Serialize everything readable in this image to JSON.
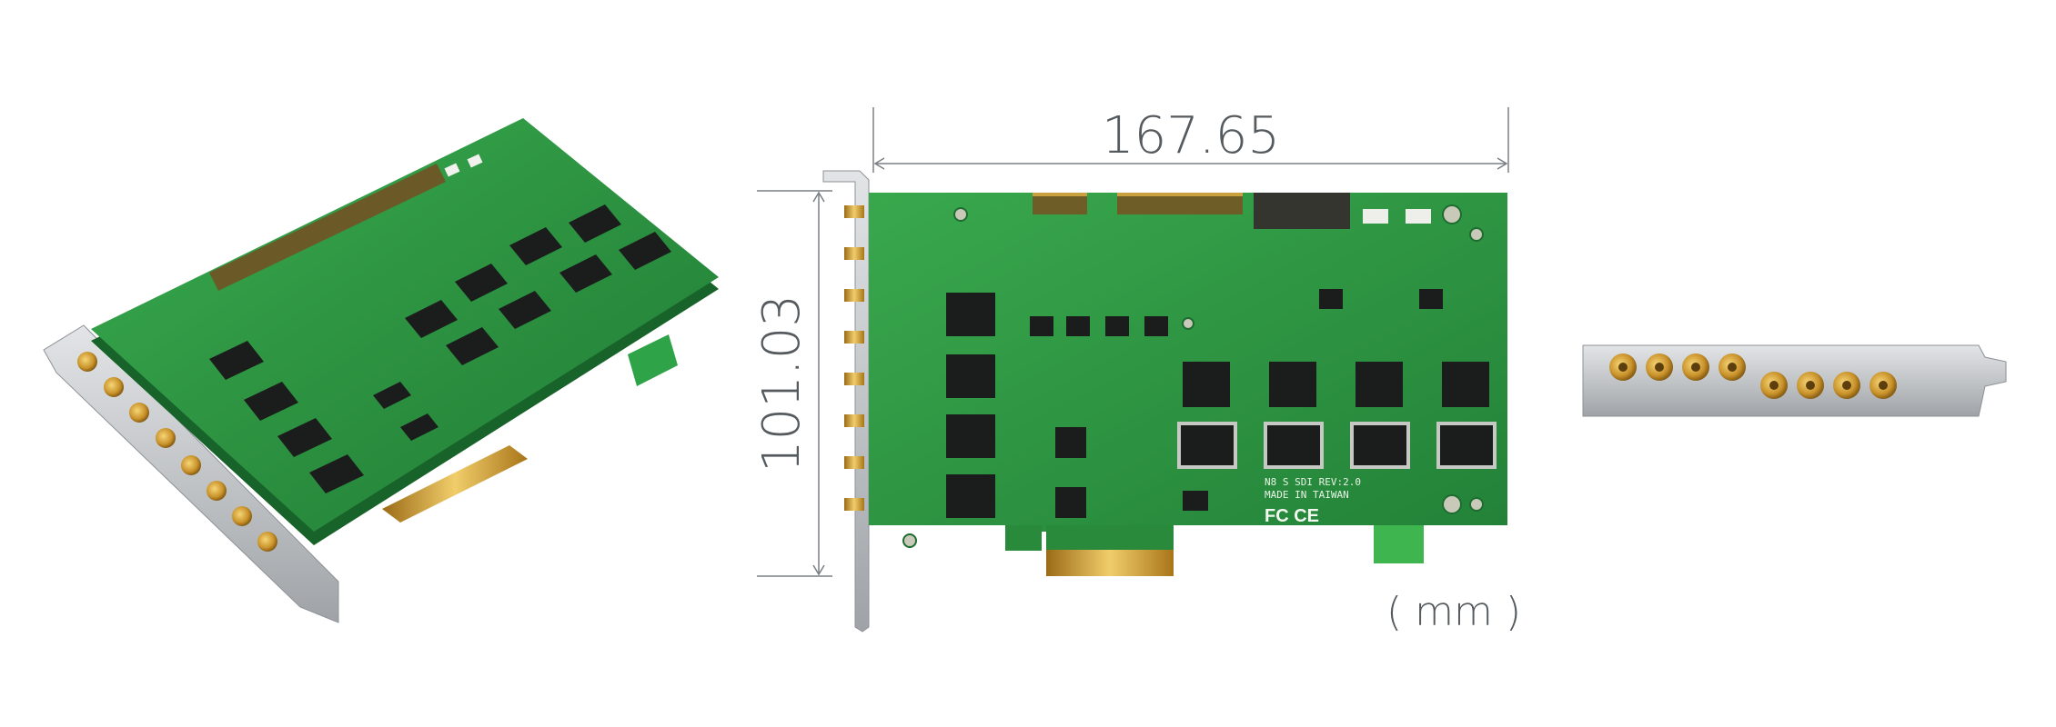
{
  "dimensions": {
    "width_label": "167.65",
    "height_label": "101.03",
    "unit_label": "( mm )"
  },
  "board_silkscreen": {
    "model_line": "N8 S SDI REV:2.0",
    "origin_line": "MADE IN TAIWAN",
    "cert_marks": "FC CE"
  },
  "colors": {
    "pcb_green": "#2f9a43",
    "pcb_green_dark": "#1f7a33",
    "chip_black": "#1b1d1c",
    "gold": "#d8a534",
    "bracket_silver": "#c9cbcd",
    "dimension_gray": "#555a5e"
  }
}
